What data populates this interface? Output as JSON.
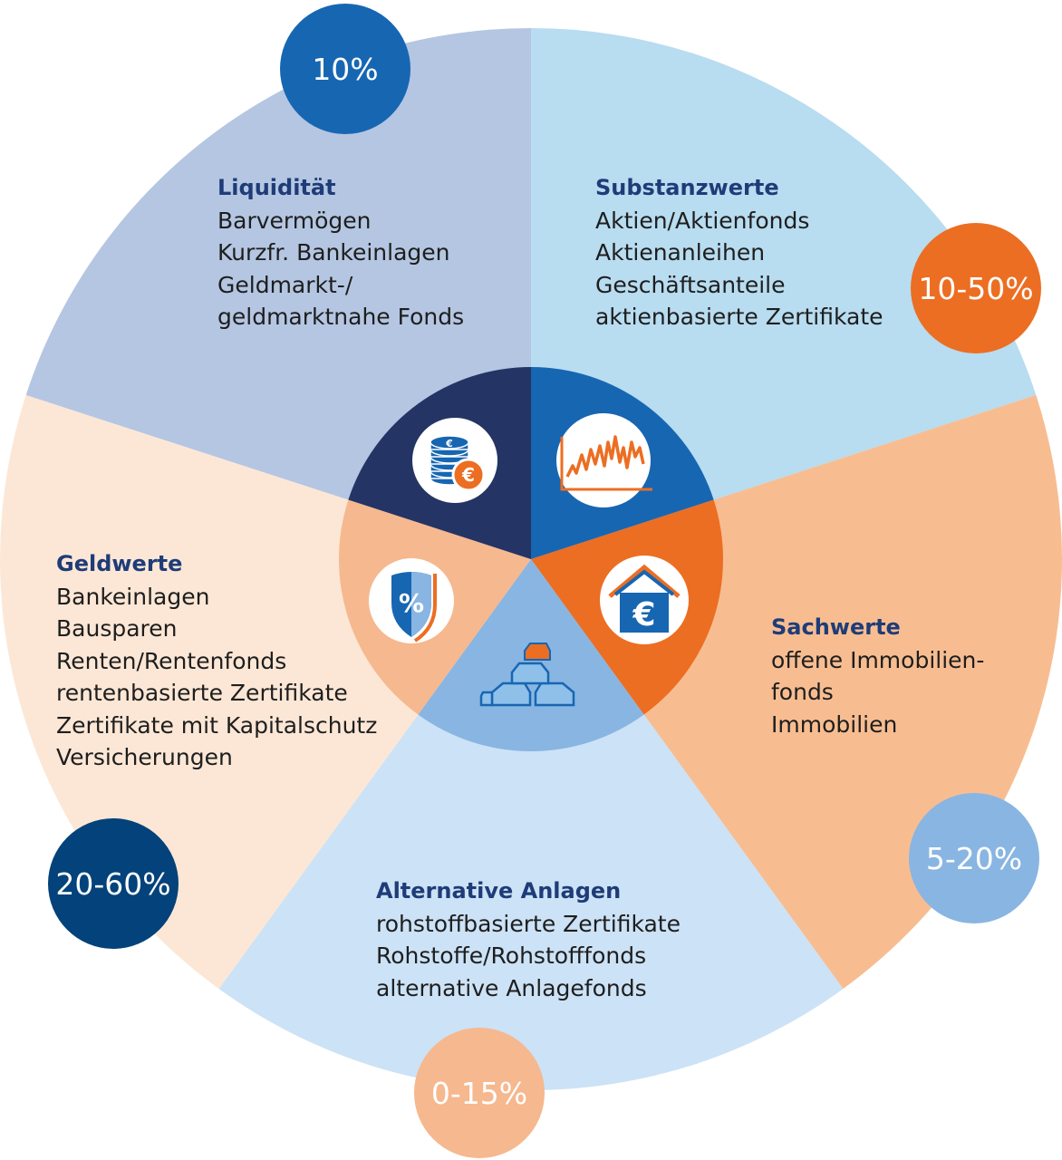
{
  "segments": [
    {
      "id": "liquiditaet",
      "title": "Liquidität",
      "items": [
        "Barvermögen",
        "Kurzfr. Bankeinlagen",
        "Geldmarkt-/",
        "geldmarktnahe Fonds"
      ],
      "percent": "10%",
      "icon": "euro-coins-icon",
      "colors": {
        "outer": "#b8dcf0",
        "inner": "#1766b2",
        "badge": "#1766b2"
      }
    },
    {
      "id": "substanzwerte",
      "title": "Substanzwerte",
      "items": [
        "Aktien/Aktienfonds",
        "Aktienanleihen",
        "Geschäftsanteile",
        "aktienbasierte Zertifikate"
      ],
      "percent": "10-50%",
      "icon": "stock-chart-icon",
      "colors": {
        "outer": "#f7bd91",
        "inner": "#ec6e22",
        "badge": "#ec6e22"
      }
    },
    {
      "id": "sachwerte",
      "title": "Sachwerte",
      "items": [
        "offene Immobilien-",
        "fonds",
        "Immobilien"
      ],
      "percent": "5-20%",
      "icon": "euro-house-icon",
      "colors": {
        "outer": "#cce2f6",
        "inner": "#89b5e2",
        "badge": "#89b5e2"
      }
    },
    {
      "id": "alternative",
      "title": "Alternative Anlagen",
      "items": [
        "rohstoffbasierte Zertifikate",
        "Rohstoffe/Rohstofffonds",
        "alternative Anlagefonds"
      ],
      "percent": "0-15%",
      "icon": "gold-bars-icon",
      "colors": {
        "outer": "#fce7d6",
        "inner": "#f6b88e",
        "badge": "#f6b88e"
      }
    },
    {
      "id": "geldwerte",
      "title": "Geldwerte",
      "items": [
        "Bankeinlagen",
        "Bausparen",
        "Renten/Rentenfonds",
        "rentenbasierte Zertifikate",
        "Zertifikate mit Kapitalschutz",
        "Versicherungen"
      ],
      "percent": "20-60%",
      "icon": "percent-shield-icon",
      "colors": {
        "outer": "#b4c6e2",
        "inner": "#243464",
        "badge": "#03427a"
      }
    }
  ]
}
